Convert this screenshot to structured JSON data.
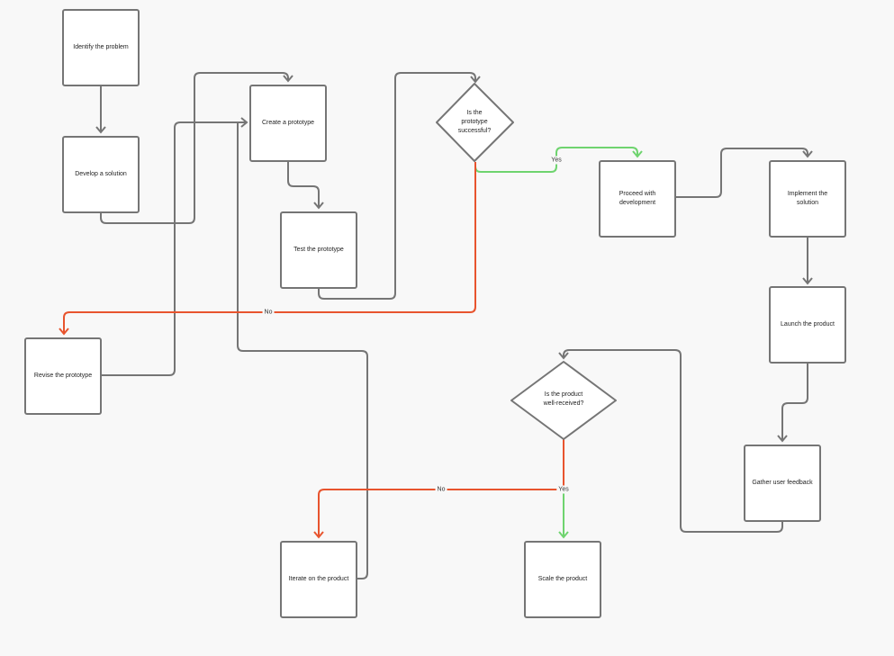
{
  "colors": {
    "edge": "#757575",
    "yes": "#6fd46f",
    "no": "#e8542e",
    "node_border": "#757575",
    "background": "#f8f8f8"
  },
  "nodes": {
    "identify": "Identify the problem",
    "develop": "Develop a solution",
    "create_prototype": "Create a prototype",
    "test_prototype": "Test the prototype",
    "revise_prototype": "Revise the prototype",
    "proceed": "Proceed with development",
    "implement": "Implement the solution",
    "launch": "Launch the product",
    "gather_feedback": "Gather user feedback",
    "iterate": "Iterate on the product",
    "scale": "Scale the product"
  },
  "decisions": {
    "prototype_success": "Is the prototype successful?",
    "well_received": "Is the product well-received?"
  },
  "edge_labels": {
    "yes_1": "Yes",
    "no_1": "No",
    "no_2": "No",
    "yes_2": "Yes"
  }
}
